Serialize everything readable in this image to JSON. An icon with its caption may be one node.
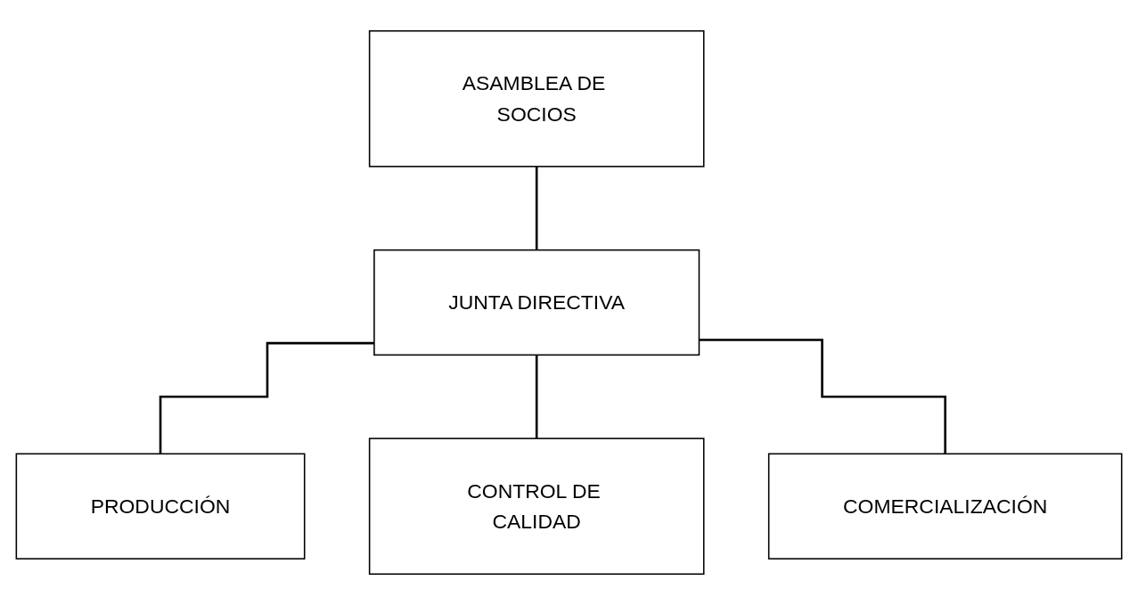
{
  "diagram": {
    "nodes": [
      {
        "text": [
          "ASAMBLEA DE SOCIOS"
        ]
      },
      {
        "text": [
          "JUNTA DIRECTIVA"
        ]
      },
      {
        "text": [
          "PRODUCCIÓN"
        ]
      },
      {
        "text": [
          "CONTROL DE CALIDAD"
        ]
      },
      {
        "text": [
          "COMERCIALIZACIÓN"
        ]
      }
    ],
    "edges": [
      {
        "from": 0,
        "to": 1,
        "arrow": "none"
      },
      {
        "from": 1,
        "to": 2,
        "arrow": "none"
      },
      {
        "from": 1,
        "to": 3,
        "arrow": "none"
      },
      {
        "from": 1,
        "to": 4,
        "arrow": "none"
      }
    ]
  }
}
